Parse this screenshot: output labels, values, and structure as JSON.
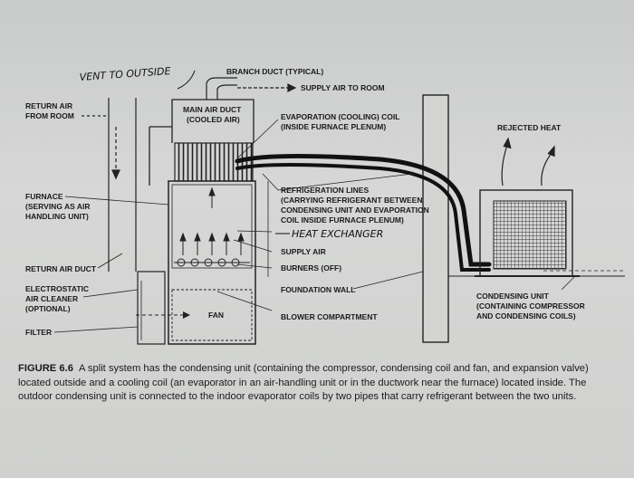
{
  "handwritten": {
    "vent_note": "VENT TO OUTSIDE",
    "heat_note": "HEAT EXCHANGER"
  },
  "labels": {
    "branch_duct": "BRANCH DUCT (TYPICAL)",
    "supply_air_room": "SUPPLY AIR TO ROOM",
    "return_air_line1": "RETURN AIR",
    "return_air_line2": "FROM ROOM",
    "main_duct_line1": "MAIN AIR DUCT",
    "main_duct_line2": "(COOLED AIR)",
    "evap_line1": "EVAPORATION (COOLING) COIL",
    "evap_line2": "(INSIDE FURNACE PLENUM)",
    "rejected_heat": "REJECTED HEAT",
    "furnace_line1": "FURNACE",
    "furnace_line2": "(SERVING AS AIR",
    "furnace_line3": "HANDLING UNIT)",
    "refrig_line1": "REFRIGERATION LINES",
    "refrig_line2": "(CARRYING REFRIGERANT BETWEEN",
    "refrig_line3": "CONDENSING UNIT AND EVAPORATION",
    "refrig_line4": "COIL INSIDE FURNACE PLENUM)",
    "supply_air": "SUPPLY AIR",
    "burners": "BURNERS (OFF)",
    "return_duct": "RETURN AIR DUCT",
    "electro_line1": "ELECTROSTATIC",
    "electro_line2": "AIR CLEANER",
    "electro_line3": "(OPTIONAL)",
    "foundation_wall": "FOUNDATION WALL",
    "fan": "FAN",
    "blower_comp": "BLOWER COMPARTMENT",
    "cond_line1": "CONDENSING UNIT",
    "cond_line2": "(CONTAINING COMPRESSOR",
    "cond_line3": "AND CONDENSING COILS)",
    "filter": "FILTER"
  },
  "caption": {
    "figure": "FIGURE 6.6",
    "text": "A split system has the condensing unit (containing the compressor, condensing coil and fan, and expansion valve) located outside and a cooling coil (an evaporator in an air-handling unit or in the ductwork near the furnace) located inside. The outdoor condensing unit is connected to the indoor evaporator coils by two pipes that carry refrigerant between the two units."
  }
}
